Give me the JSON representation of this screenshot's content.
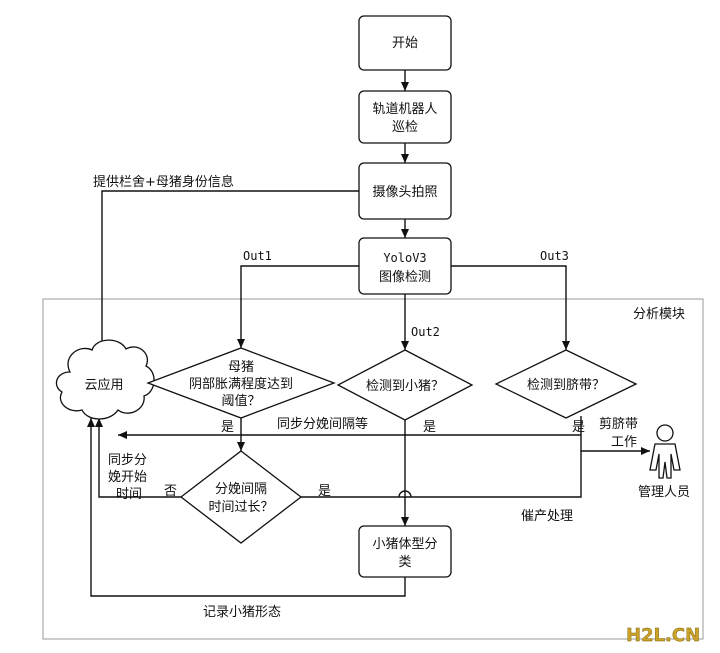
{
  "nodes": {
    "start": "开始",
    "patrol_l1": "轨道机器人",
    "patrol_l2": "巡检",
    "camera": "摄像头拍照",
    "yolo_l1": "YoloV3",
    "yolo_l2": "图像检测",
    "cloud": "云应用",
    "sow_l1": "母猪",
    "sow_l2": "阴部胀满程度达到",
    "sow_l3": "阈值？",
    "piglet_detect": "检测到小猪？",
    "umbilical_detect": "检测到脐带？",
    "interval_l1": "分娩间隔",
    "interval_l2": "时间过长？",
    "classify_l1": "小猪体型分",
    "classify_l2": "类",
    "manager": "管理人员"
  },
  "labels": {
    "provide_info": "提供栏舍+母猪身份信息",
    "out1": "Out1",
    "out2": "Out2",
    "out3": "Out3",
    "module": "分析模块",
    "yes_sow": "是",
    "sync_interval": "同步分娩间隔等",
    "yes_piglet": "是",
    "yes_umbilical": "是",
    "cut_l1": "剪脐带",
    "cut_l2": "工作",
    "sync_start_l1": "同步分",
    "sync_start_l2": "娩开始",
    "sync_start_l3": "时间",
    "no": "否",
    "yes_interval": "是",
    "induce": "催产处理",
    "record": "记录小猪形态"
  },
  "watermark": "H2L.CN"
}
